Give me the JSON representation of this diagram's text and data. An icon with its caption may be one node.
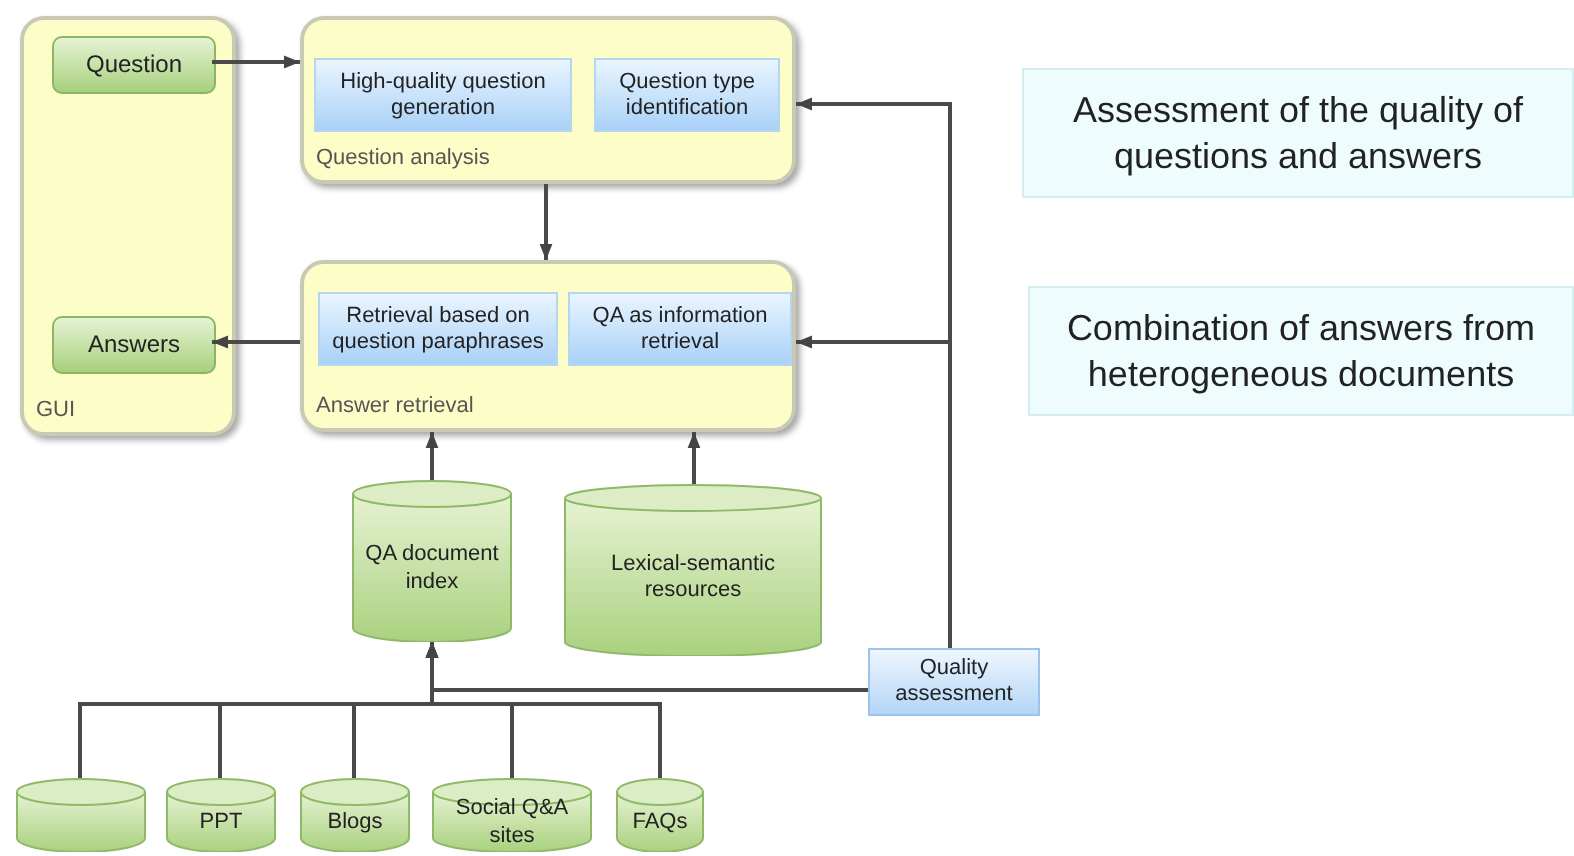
{
  "diagram": {
    "nodes": [
      {
        "text": [
          "GUI"
        ]
      },
      {
        "text": [
          "Question"
        ],
        "in": 0
      },
      {
        "text": [
          "Answers"
        ],
        "in": 0
      },
      {
        "text": [
          "Question analysis"
        ]
      },
      {
        "text": [
          "High-quality question generation"
        ],
        "in": 3
      },
      {
        "text": [
          "Question type identification"
        ],
        "in": 3
      },
      {
        "text": [
          "Answer retrieval"
        ]
      },
      {
        "text": [
          "Retrieval based on question paraphrases"
        ],
        "in": 6
      },
      {
        "text": [
          "QA as information retrieval"
        ],
        "in": 6
      },
      {
        "text": [
          "QA document index"
        ]
      },
      {
        "text": [
          "Lexical-semantic resources"
        ]
      },
      {
        "text": [
          "Quality assessment"
        ]
      },
      {
        "text": [],
        "shape": "cylinder"
      },
      {
        "text": [
          "PPT"
        ]
      },
      {
        "text": [
          "Blogs"
        ]
      },
      {
        "text": [
          "Social Q&A sites"
        ]
      },
      {
        "text": [
          "FAQs"
        ]
      },
      {
        "text": [
          "Assessment of the quality of questions and answers"
        ]
      },
      {
        "text": [
          "Combination of answers from heterogeneous documents"
        ]
      }
    ],
    "edges": [
      {
        "from": 1,
        "to": 3,
        "arrow": "to"
      },
      {
        "from": 6,
        "to": 2,
        "arrow": "to"
      },
      {
        "from": 3,
        "to": 6,
        "arrow": "to"
      },
      {
        "from": 9,
        "to": 6,
        "arrow": "to"
      },
      {
        "from": 10,
        "to": 6,
        "arrow": "to"
      },
      {
        "from": 11,
        "to": 3,
        "arrow": "to"
      },
      {
        "from": 11,
        "to": 6,
        "arrow": "to"
      },
      {
        "from": 11,
        "to": 9,
        "arrow": "to"
      },
      {
        "from": 12,
        "to": 9,
        "arrow": "to"
      },
      {
        "from": 13,
        "to": 9,
        "arrow": "to"
      },
      {
        "from": 14,
        "to": 9,
        "arrow": "to"
      },
      {
        "from": 15,
        "to": 9,
        "arrow": "to"
      },
      {
        "from": 16,
        "to": 9,
        "arrow": "to"
      }
    ]
  }
}
